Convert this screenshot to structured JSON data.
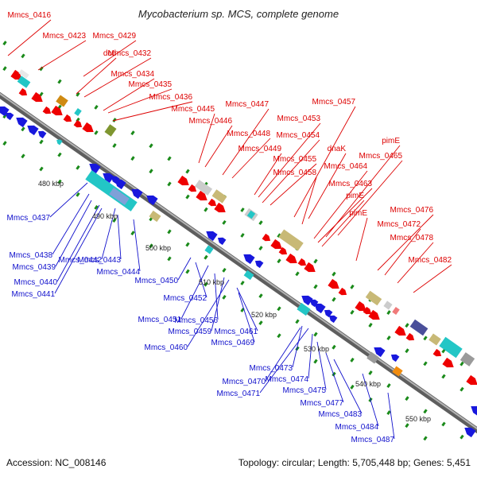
{
  "title": "Mycobacterium sp. MCS, complete genome",
  "footer": {
    "accession": "Accession: NC_008146",
    "summary": "Topology: circular; Length: 5,705,448 bp; Genes: 5,451"
  },
  "colors": {
    "forward_label": "#dd0000",
    "reverse_label": "#1010cc",
    "backbone": "#7a7a7a",
    "tick": "#1a8a1a"
  },
  "kbp_markers": [
    "480 kbp",
    "490 kbp",
    "500 kbp",
    "510 kbp",
    "520 kbp",
    "530 kbp",
    "540 kbp",
    "550 kbp"
  ],
  "forward_genes": [
    "Mmcs_0416",
    "Mmcs_0423",
    "Mmcs_0429",
    "dcd",
    "Mmcs_0432",
    "Mmcs_0434",
    "Mmcs_0435",
    "Mmcs_0436",
    "Mmcs_0445",
    "Mmcs_0446",
    "Mmcs_0447",
    "Mmcs_0448",
    "Mmcs_0449",
    "Mmcs_0453",
    "Mmcs_0454",
    "Mmcs_0455",
    "Mmcs_0457",
    "dnaK",
    "Mmcs_0458",
    "Mmcs_0465",
    "pimE",
    "Mmcs_0464",
    "Mmcs_0463",
    "pimE",
    "pimE",
    "Mmcs_0476",
    "Mmcs_0472",
    "Mmcs_0478",
    "Mmcs_0482"
  ],
  "reverse_genes": [
    "Mmcs_0437",
    "Mmcs_0438",
    "Mmcs_0439",
    "Mmcs_0440",
    "Mmcs_0441",
    "Mmcs_0442",
    "Mmcs_0443",
    "Mmcs_0444",
    "Mmcs_0450",
    "Mmcs_0452",
    "Mmcs_0451",
    "Mmcs_0456",
    "Mmcs_0459",
    "Mmcs_0460",
    "Mmcs_0461",
    "Mmcs_0469",
    "Mmcs_0473",
    "Mmcs_0470",
    "Mmcs_0471",
    "Mmcs_0474",
    "Mmcs_0475",
    "Mmcs_0477",
    "Mmcs_0483",
    "Mmcs_0484",
    "Mmcs_0487"
  ]
}
